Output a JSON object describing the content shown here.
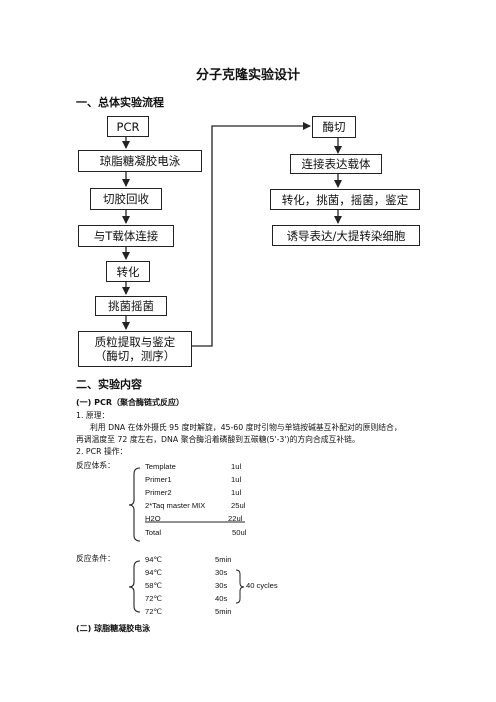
{
  "doc": {
    "title": "分子克隆实验设计",
    "section1": "一、总体实验流程",
    "flow_left": [
      "PCR",
      "琼脂糖凝胶电泳",
      "切胶回收",
      "与T载体连接",
      "转化",
      "挑菌摇菌"
    ],
    "flow_last_line1": "质粒提取与鉴定",
    "flow_last_line2": "（酶切，测序）",
    "flow_right": [
      "酶切",
      "连接表达载体",
      "转化，挑菌，摇菌，鉴定",
      "诱导表达/大提转染细胞"
    ],
    "section2": "二、实验内容",
    "sub1": "(一) PCR（聚合酶链式反应）",
    "item1_label": "1.    原理：",
    "item1_text_line1": "利用 DNA 在体外摄氏 95 度时解旋，45-60 度时引物与单链按碱基互补配对的原则结合，",
    "item1_text_line2": "再调温度至 72 度左右，DNA 聚合酶沿着磷酸到五碳糖(5'-3')的方向合成互补链。",
    "item2_label": "2.    PCR 操作：",
    "reaction_label": "反应体系：",
    "reaction": [
      {
        "name": "Template",
        "amount": "1ul"
      },
      {
        "name": "Primer1",
        "amount": "1ul"
      },
      {
        "name": "Primer2",
        "amount": "1ul"
      },
      {
        "name": "2*Taq master MIX",
        "amount": "25ul"
      },
      {
        "name": "H2O",
        "amount": "22ul"
      },
      {
        "name": "Total",
        "amount": "50ul"
      }
    ],
    "conditions_label": "反应条件：",
    "conditions": [
      {
        "temp": "94℃",
        "time": "5min"
      },
      {
        "temp": "94℃",
        "time": "30s"
      },
      {
        "temp": "58℃",
        "time": "30s"
      },
      {
        "temp": "72℃",
        "time": "40s"
      },
      {
        "temp": "72℃",
        "time": "5min"
      }
    ],
    "cycles": "40 cycles",
    "sub2": "(二) 琼脂糖凝胶电泳"
  }
}
